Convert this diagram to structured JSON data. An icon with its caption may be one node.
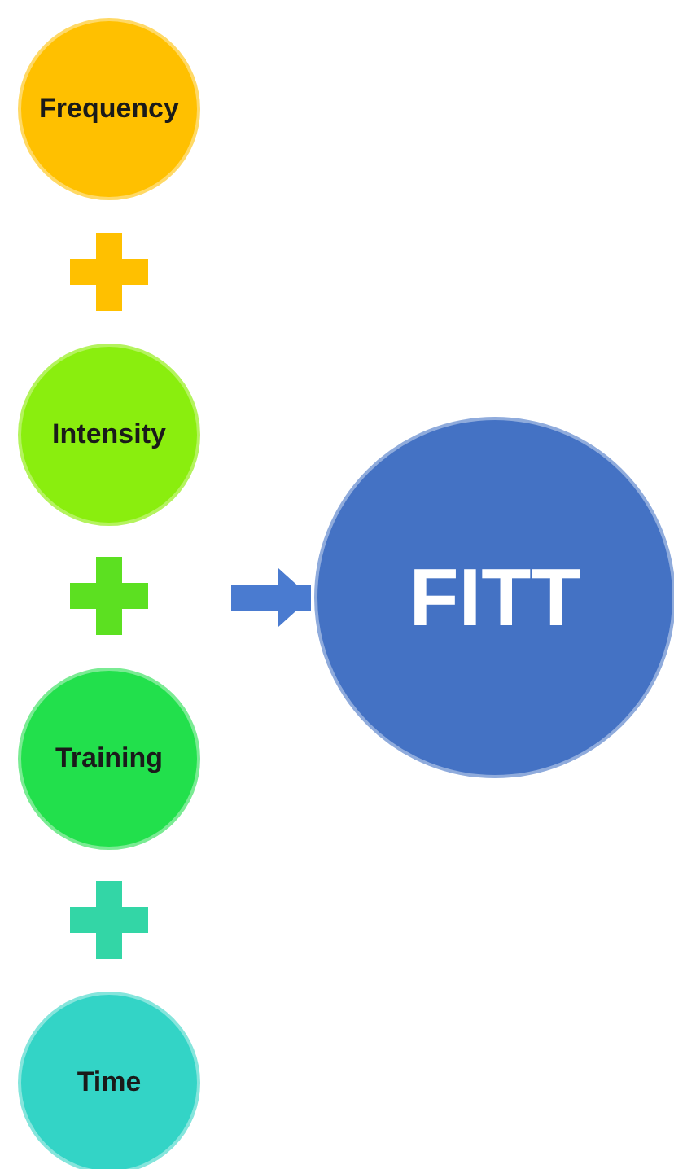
{
  "diagram": {
    "nodes": [
      {
        "text": [
          "Frequency"
        ]
      },
      {
        "text": [
          "Intensity"
        ]
      },
      {
        "text": [
          "Training"
        ]
      },
      {
        "text": [
          "Time"
        ]
      },
      {
        "text": [
          "FITT"
        ]
      }
    ],
    "edges": [
      {
        "from": null,
        "to": 4,
        "arrow": "to"
      }
    ]
  }
}
